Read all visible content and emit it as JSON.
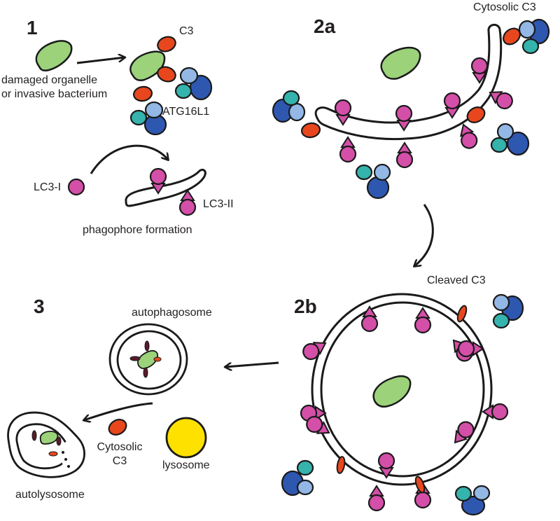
{
  "panels": {
    "p1": "1",
    "p2a": "2a",
    "p2b": "2b",
    "p3": "3"
  },
  "labels": {
    "c3": "C3",
    "damaged_line1": "damaged organelle",
    "damaged_line2": "or invasive bacterium",
    "atg16l1": "ATG16L1",
    "lc3_i": "LC3-I",
    "lc3_ii": "LC3-II",
    "phagophore_formation": "phagophore formation",
    "cytosolic_c3_top": "Cytosolic C3",
    "cleaved_c3": "Cleaved C3",
    "autophagosome": "autophagosome",
    "cytosolic_c3_bottom_line1": "Cytosolic",
    "cytosolic_c3_bottom_line2": "C3",
    "lysosome": "lysosome",
    "autolysosome": "autolysosome"
  },
  "colors": {
    "organelle_green": "#9bd27a",
    "c3_red": "#e8471e",
    "atg_dark_blue": "#2e57b0",
    "atg_light_blue": "#93b8e6",
    "atg_teal": "#35b3ad",
    "lc3_magenta": "#d44fa8",
    "lysosome_yellow": "#ffe100",
    "outline": "#1a1a1a"
  }
}
